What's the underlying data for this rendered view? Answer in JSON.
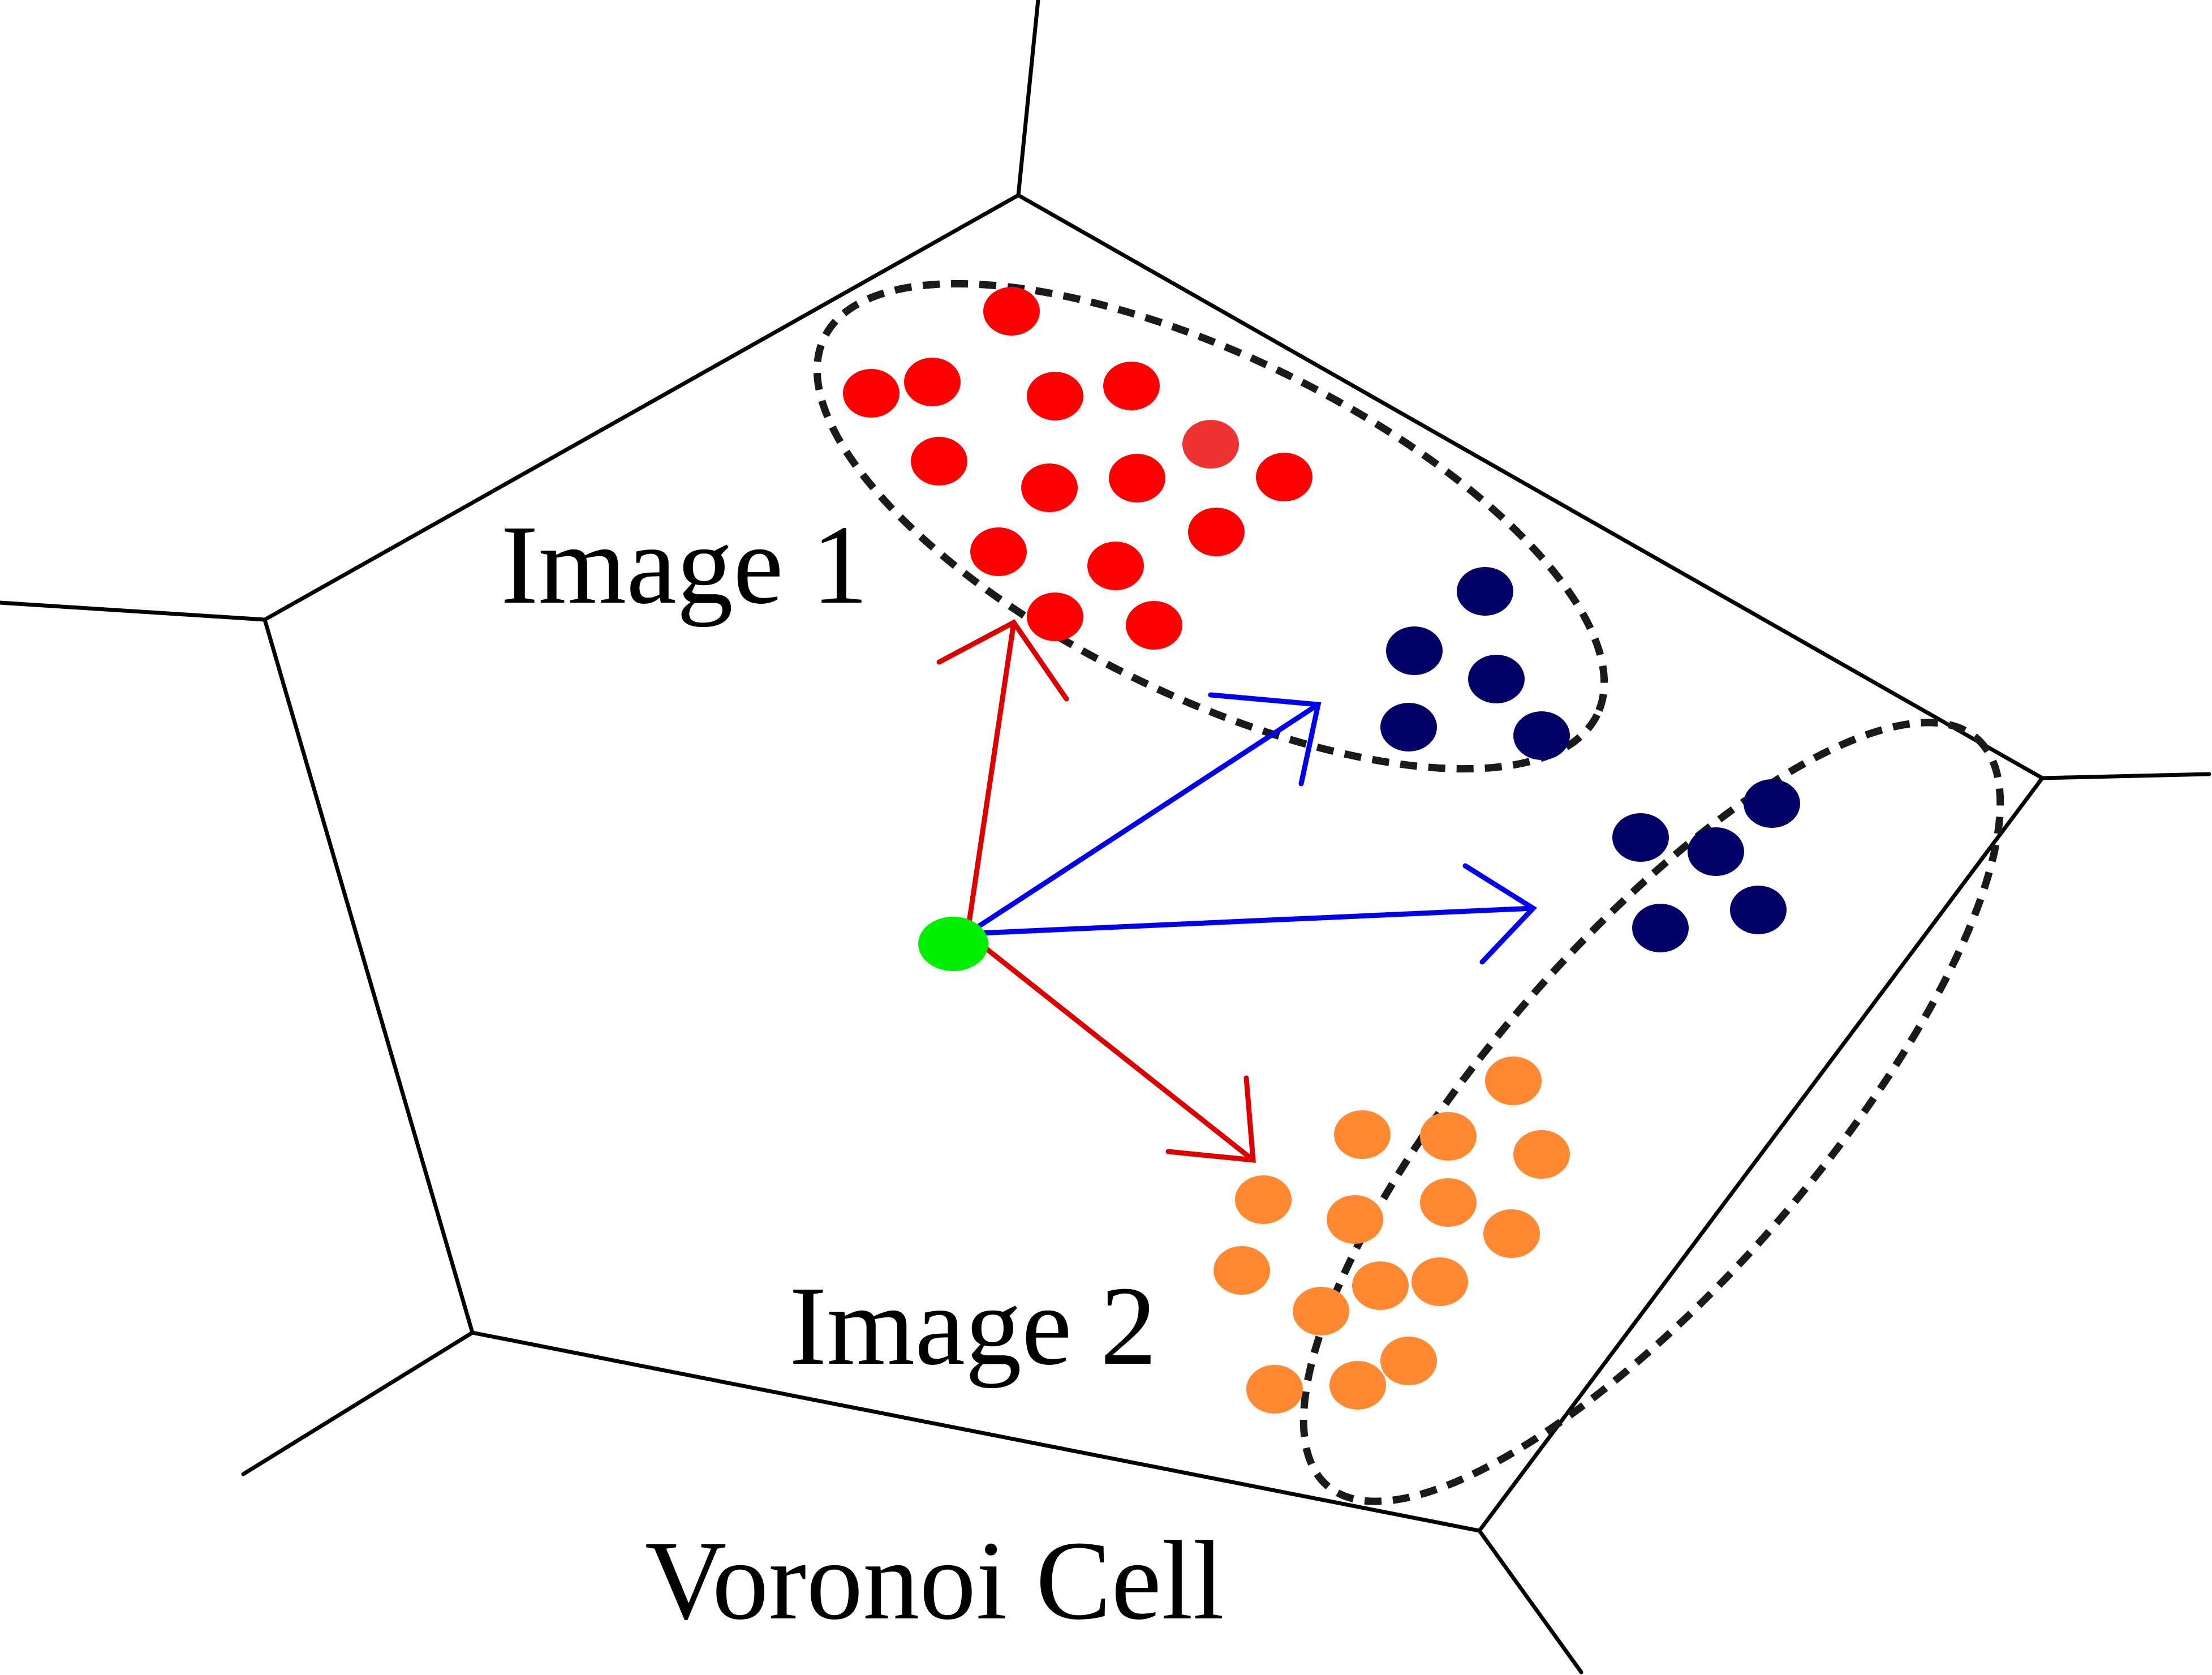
{
  "labels": {
    "image1": "Image 1",
    "image2": "Image 2",
    "caption": "Voronoi Cell"
  },
  "colors": {
    "image1_descriptors": "#ff0000",
    "image2_descriptors": "#ff8833",
    "shared_descriptors": "#000066",
    "centroid": "#00ee00",
    "residual_image_vectors": "#dd0000",
    "residual_shared_vectors": "#0000ee",
    "cell_edges": "#000000",
    "cluster_outline": "#1a1a1a"
  }
}
